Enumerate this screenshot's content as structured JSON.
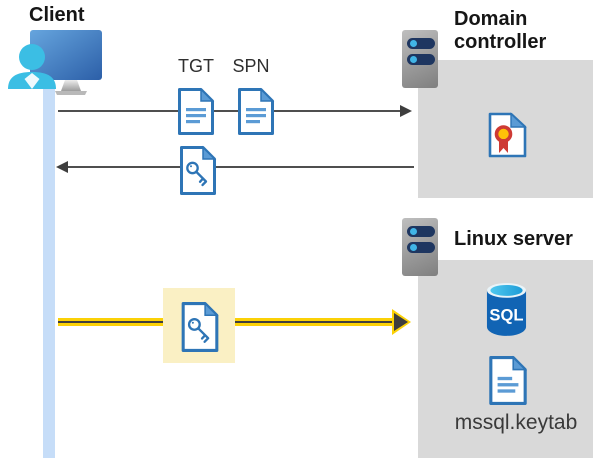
{
  "client": {
    "label": "Client"
  },
  "flows": {
    "tgt_label": "TGT",
    "spn_label": "SPN"
  },
  "domain_controller": {
    "label": "Domain controller"
  },
  "linux_server": {
    "label": "Linux server",
    "sql_text": "SQL",
    "keytab_label": "mssql.keytab"
  },
  "icons": {
    "client": "user-at-computer-icon",
    "domain_controller": "server-icon",
    "linux_server": "server-icon",
    "tgt": "ticket-document-icon",
    "spn": "ticket-document-icon",
    "service_ticket": "key-document-icon",
    "certificate": "certificate-document-icon",
    "sql": "sql-database-icon",
    "keytab": "keytab-document-icon"
  },
  "colors": {
    "doc_border_blue": "#2e75b6",
    "doc_fill_blue": "#5b9bd5",
    "panel_gray": "#d9d9d9",
    "lifeline_blue": "#c6ddf8",
    "arrow_dark": "#3e3e3e",
    "arrow_yellow": "#fbd106",
    "highlight_cream": "#faf0c4",
    "person_cyan": "#3bbee4",
    "sql_body_blue": "#1164b4",
    "cert_red": "#ce3a34",
    "cert_gold": "#ffc108",
    "server_pill_navy": "#1e3660"
  }
}
